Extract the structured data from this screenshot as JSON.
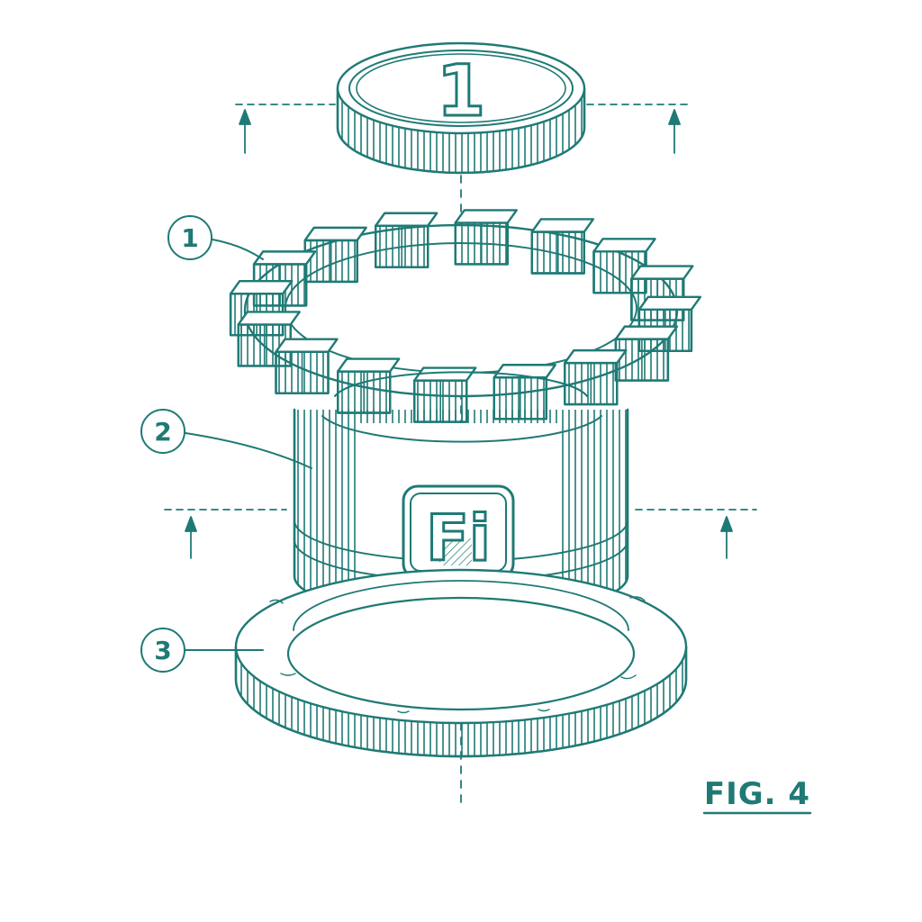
{
  "figure": {
    "label": "FIG. 4"
  },
  "callouts": [
    {
      "number": "1"
    },
    {
      "number": "2"
    },
    {
      "number": "3"
    }
  ],
  "coin": {
    "number": "1"
  },
  "logo": {
    "text": "Fi"
  },
  "colors": {
    "ink": "#1f7a75",
    "background": "#ffffff"
  }
}
